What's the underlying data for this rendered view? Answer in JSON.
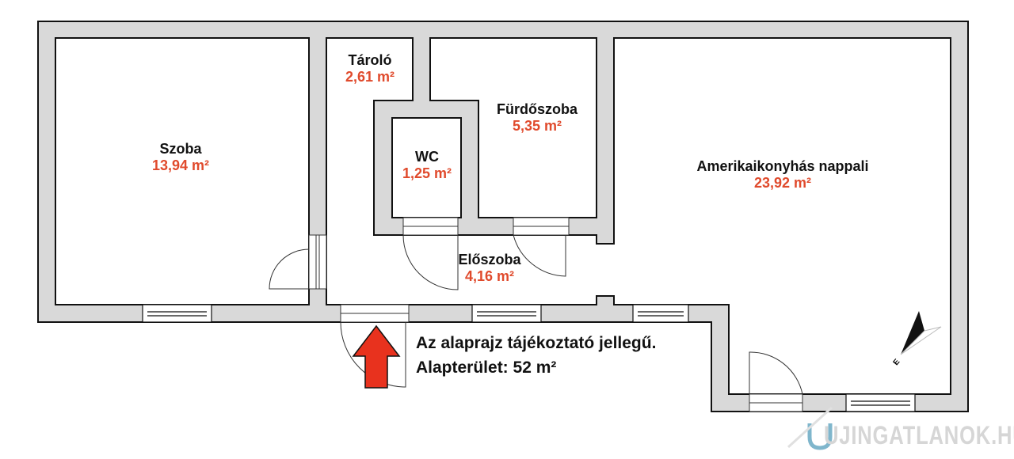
{
  "rooms": [
    {
      "name": "Szoba",
      "area": "13,94 m²"
    },
    {
      "name": "Tároló",
      "area": "2,61 m²"
    },
    {
      "name": "WC",
      "area": "1,25 m²"
    },
    {
      "name": "Fürdőszoba",
      "area": "5,35 m²"
    },
    {
      "name": "Előszoba",
      "area": "4,16 m²"
    },
    {
      "name": "Amerikaikonyhás nappali",
      "area": "23,92 m²"
    }
  ],
  "note": {
    "line1": "Az alaprajz tájékoztató jellegű.",
    "line2": "Alapterület: 52 m²"
  },
  "logo": {
    "text": "UJINGATLANOK.HU"
  },
  "colors": {
    "wall": "#d9d9d9",
    "area": "#e04a2c",
    "arrow": "#e8321e"
  }
}
